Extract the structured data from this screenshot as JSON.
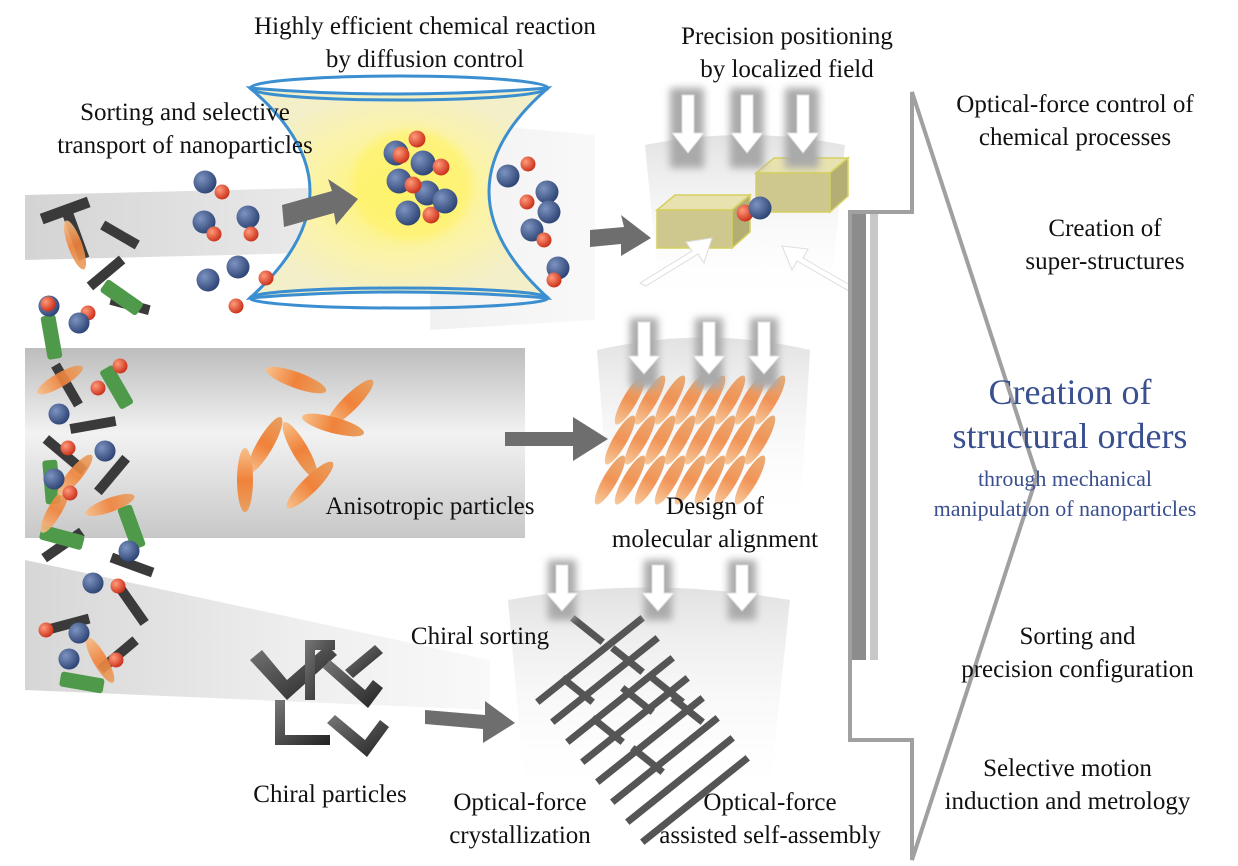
{
  "labels": {
    "reaction": [
      "Highly efficient chemical reaction",
      "by diffusion control"
    ],
    "sorting_transport": [
      "Sorting and selective",
      "transport of nanoparticles"
    ],
    "positioning": [
      "Precision positioning",
      "by localized field"
    ],
    "anisotropic": "Anisotropic particles",
    "alignment": [
      "Design of",
      "molecular alignment"
    ],
    "chiral_sorting": "Chiral sorting",
    "chiral_particles": "Chiral particles",
    "crystallization": [
      "Optical-force",
      "crystallization"
    ],
    "self_assembly": [
      "Optical-force",
      "assisted self-assembly"
    ]
  },
  "right_panel": {
    "headline": [
      "Creation of",
      "structural orders"
    ],
    "subheadline": [
      "through mechanical",
      "manipulation of nanoparticles"
    ],
    "items": [
      [
        "Optical-force control of",
        "chemical processes"
      ],
      [
        "Creation of",
        "super-structures"
      ],
      [
        "Sorting and",
        "precision configuration"
      ],
      [
        "Selective motion",
        "induction and metrology"
      ]
    ]
  },
  "colors": {
    "headline": "#3a4f8f",
    "particle_blue": "#3e5a8c",
    "particle_red": "#e04a2a",
    "rod_orange": "#f0923c",
    "rod_green": "#4f9a4a",
    "trap_yellow": "#f3efb5",
    "trap_outline": "#3b8fd0"
  }
}
